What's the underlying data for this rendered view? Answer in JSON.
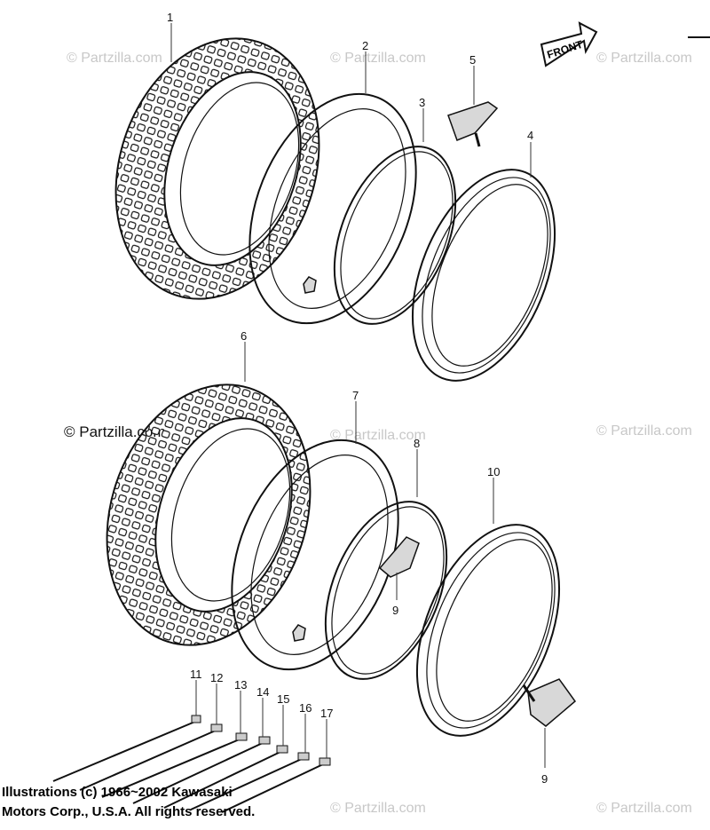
{
  "watermark": {
    "small": "© Partzilla.com",
    "large": "© Partzilla.com"
  },
  "front_label": "FRONT",
  "callouts": [
    "1",
    "2",
    "3",
    "4",
    "5",
    "6",
    "7",
    "8",
    "9",
    "10",
    "9",
    "11",
    "12",
    "13",
    "14",
    "15",
    "16",
    "17"
  ],
  "copyright": {
    "line1": "Illustrations (c) 1966~2002 Kawasaki",
    "line2": "Motors Corp., U.S.A.  All rights reserved."
  }
}
